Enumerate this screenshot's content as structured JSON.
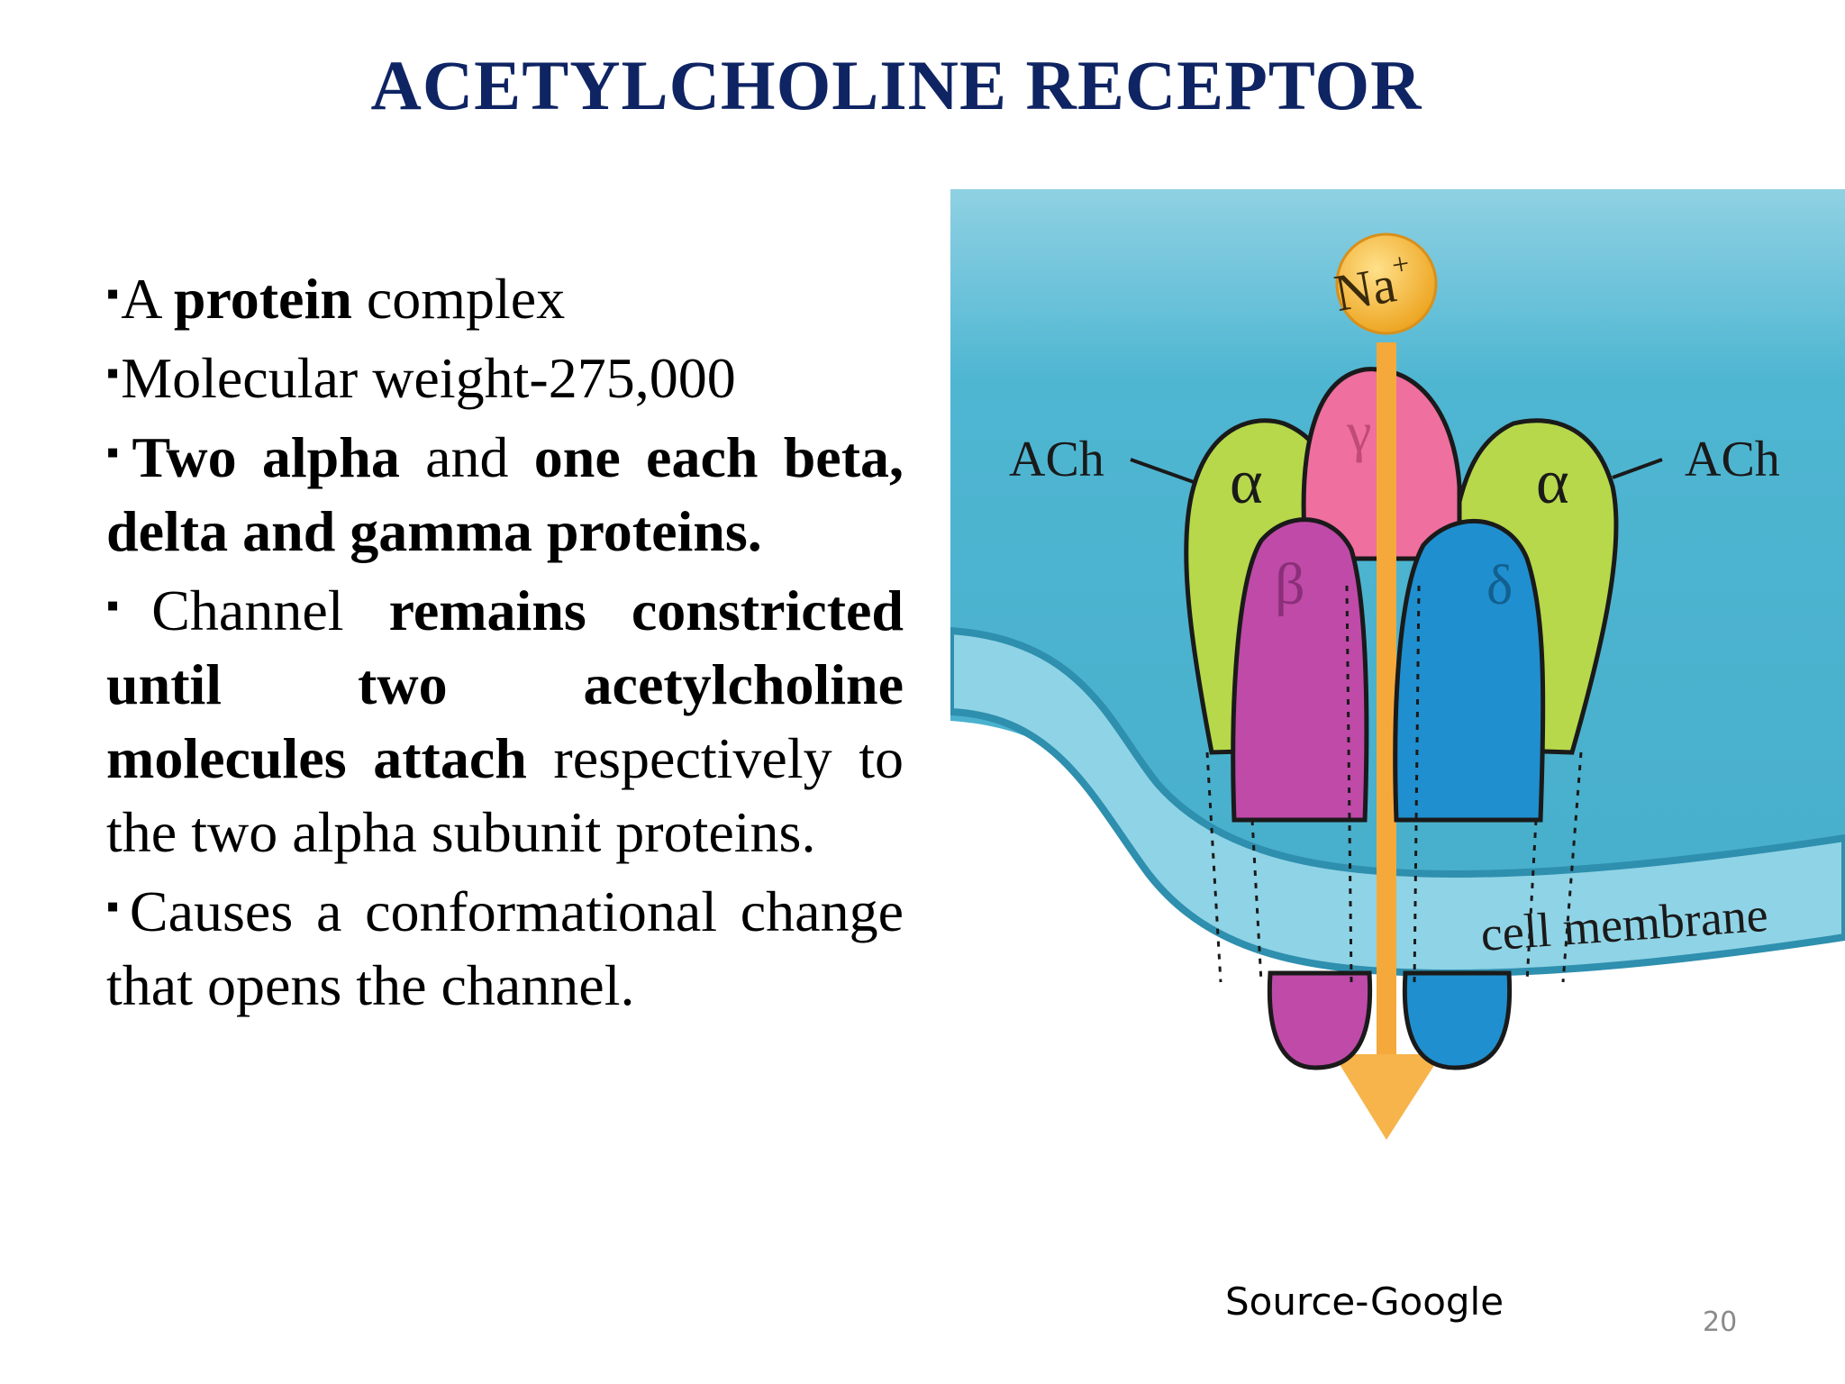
{
  "slide": {
    "title": "ACETYLCHOLINE RECEPTOR",
    "bullets": [
      {
        "segments": [
          {
            "text": "A ",
            "bold": false
          },
          {
            "text": "protein",
            "bold": true
          },
          {
            "text": " complex",
            "bold": false
          }
        ]
      },
      {
        "segments": [
          {
            "text": "Molecular weight-275,000",
            "bold": false
          }
        ]
      },
      {
        "segments": [
          {
            "text": "Two alpha",
            "bold": true
          },
          {
            "text": " and ",
            "bold": false
          },
          {
            "text": "one each beta, delta and gamma proteins.",
            "bold": true
          }
        ]
      },
      {
        "segments": [
          {
            "text": "Channel ",
            "bold": false
          },
          {
            "text": "remains constricted until two acetylcholine molecules attach",
            "bold": true
          },
          {
            "text": " respectively to the two alpha subunit proteins.",
            "bold": false
          }
        ]
      },
      {
        "segments": [
          {
            "text": "Causes a conformational change that opens the channel.",
            "bold": false
          }
        ]
      }
    ],
    "bullet_marker": "▪",
    "source": "Source-Google",
    "page_number": "20"
  },
  "diagram": {
    "ion_label": "Na",
    "ion_charge": "+",
    "ach_left": "ACh",
    "ach_right": "ACh",
    "alpha_left": "α",
    "alpha_right": "α",
    "gamma": "γ",
    "beta": "β",
    "delta": "δ",
    "membrane_label": "cell membrane",
    "colors": {
      "title": "#0f2463",
      "background_top": "#5bbcd6",
      "membrane": "#8fd3e6",
      "alpha": "#b6d84a",
      "gamma": "#ef6f9e",
      "beta": "#bf4aa8",
      "delta": "#1f8fcf",
      "channel_arrow": "#f6a93b",
      "ion": "#f5b935"
    }
  }
}
